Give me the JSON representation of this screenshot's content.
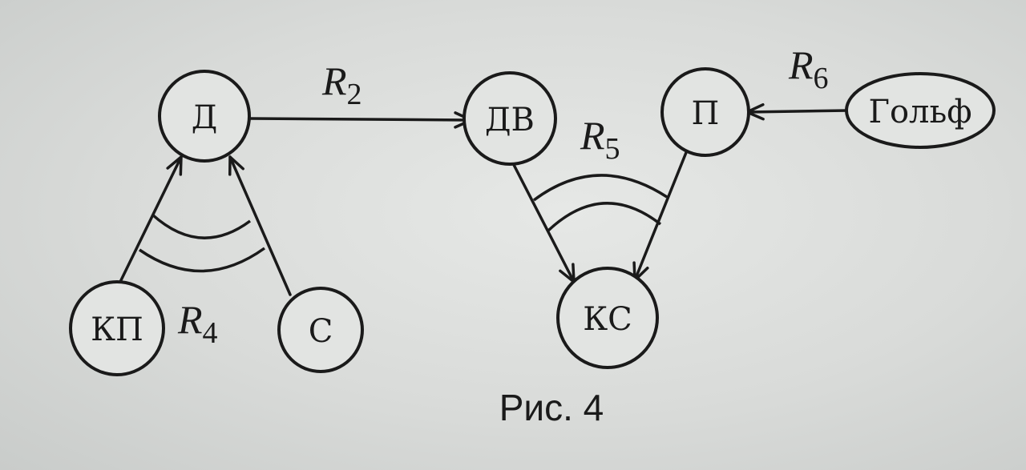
{
  "diagram": {
    "nodes": {
      "d": {
        "label": "Д"
      },
      "dv": {
        "label": "ДВ"
      },
      "p": {
        "label": "П"
      },
      "golf": {
        "label": "Гольф"
      },
      "kp": {
        "label": "КП"
      },
      "c": {
        "label": "С"
      },
      "ks": {
        "label": "КС"
      }
    },
    "relations": {
      "r2": {
        "letter": "R",
        "index": "2"
      },
      "r4": {
        "letter": "R",
        "index": "4"
      },
      "r5": {
        "letter": "R",
        "index": "5"
      },
      "r6": {
        "letter": "R",
        "index": "6"
      }
    },
    "edges": [
      {
        "from": "Д",
        "to": "ДВ",
        "relation": "R2"
      },
      {
        "from": "КП",
        "to": "Д",
        "relation": "R4"
      },
      {
        "from": "С",
        "to": "Д",
        "relation": "R4"
      },
      {
        "from": "ДВ",
        "to": "КС",
        "relation": "R5"
      },
      {
        "from": "П",
        "to": "КС",
        "relation": "R5"
      },
      {
        "from": "Гольф",
        "to": "П",
        "relation": "R6"
      }
    ],
    "caption": "Рис. 4"
  }
}
